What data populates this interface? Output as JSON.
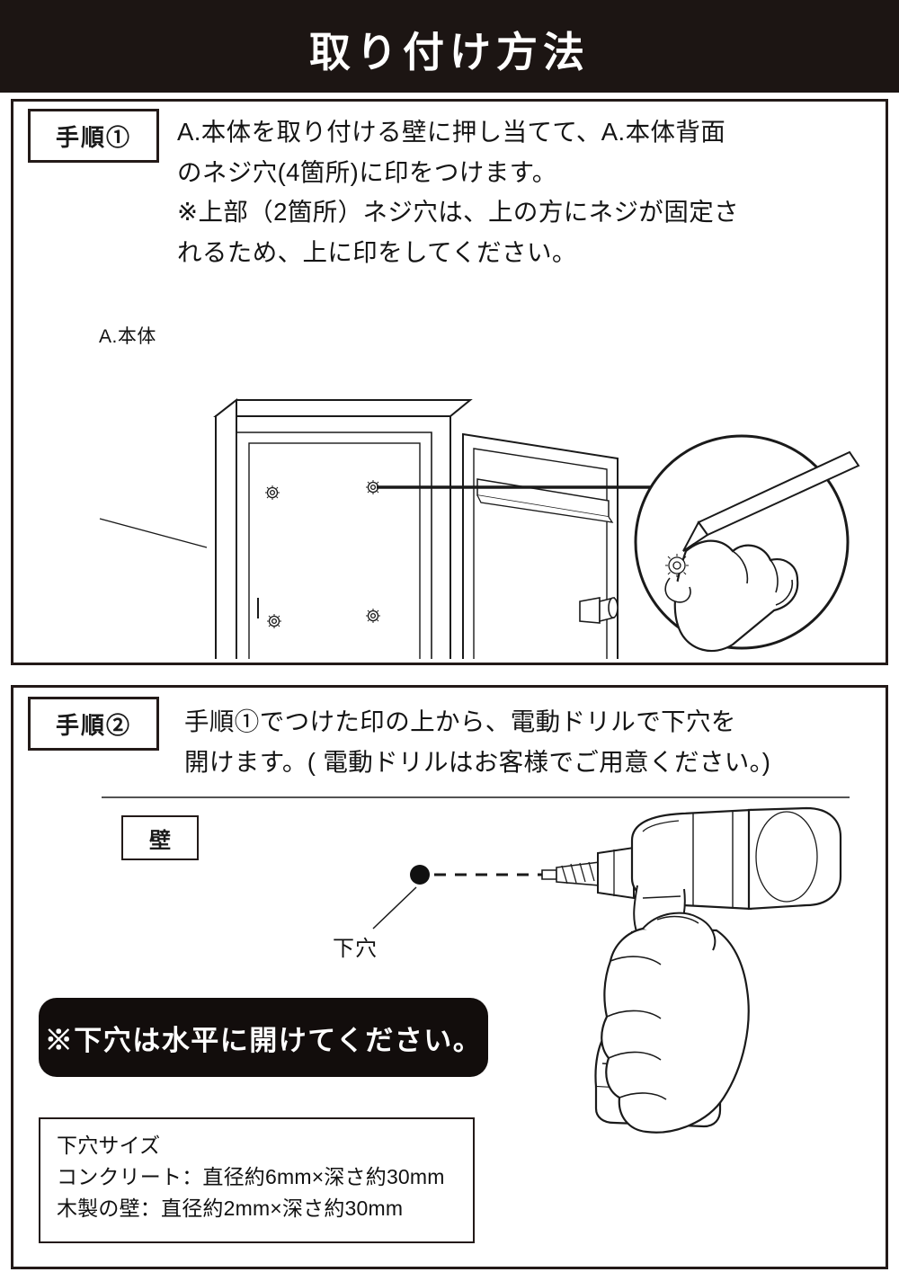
{
  "header": {
    "title": "取り付け方法"
  },
  "steps": [
    {
      "badge": "手順①",
      "text": "A.本体を取り付ける壁に押し当てて、A.本体背面\nのネジ穴(4箇所)に印をつけます。\n※上部（2箇所）ネジ穴は、上の方にネジが固定さ\nれるため、上に印をしてください。",
      "figure_labels": {
        "body": "A.本体"
      }
    },
    {
      "badge": "手順②",
      "text": "手順①でつけた印の上から、電動ドリルで下穴を\n開けます。( 電動ドリルはお客様でご用意ください。)",
      "figure_labels": {
        "wall": "壁",
        "pilot_hole": "下穴"
      },
      "notice": "※下穴は水平に開けてください。",
      "size_box": {
        "title": "下穴サイズ",
        "lines": [
          "コンクリート：直径約6mm×深さ約30mm",
          "木製の壁：直径約2mm×深さ約30mm"
        ]
      }
    }
  ],
  "colors": {
    "header_bg": "#1c1513",
    "border": "#231a18",
    "notice_bg": "#120d0c",
    "text": "#141414"
  }
}
